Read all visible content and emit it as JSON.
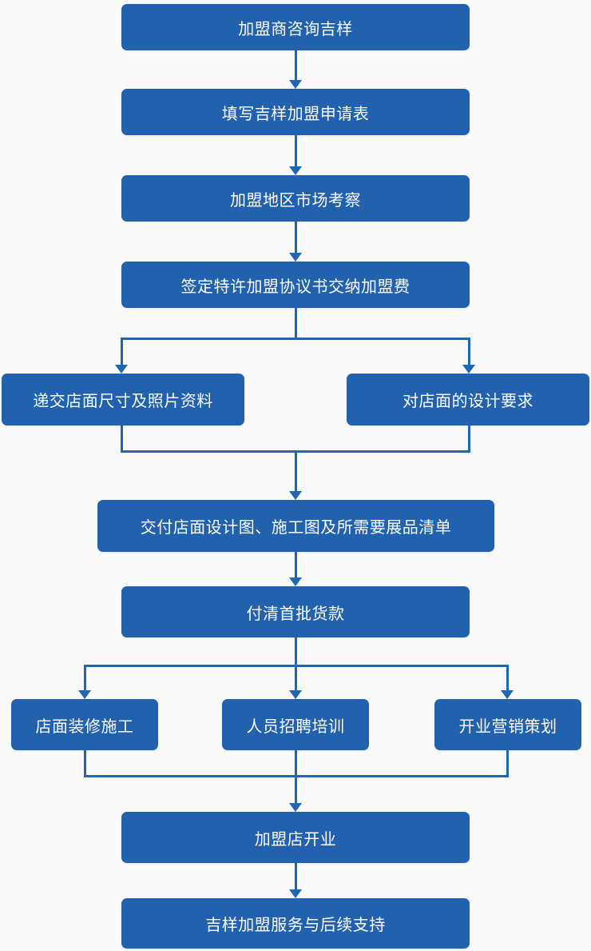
{
  "diagram": {
    "type": "flowchart",
    "direction": "top-down",
    "colors": {
      "node_fill": "#2261ad",
      "connector": "#1d67b4",
      "node_text": "#ffffff",
      "background": "#fafafa"
    },
    "nodes": [
      {
        "label": "加盟商咨询吉样"
      },
      {
        "label": "填写吉样加盟申请表"
      },
      {
        "label": "加盟地区市场考察"
      },
      {
        "label": "签定特许加盟协议书交纳加盟费"
      },
      {
        "label": "递交店面尺寸及照片资料"
      },
      {
        "label": "对店面的设计要求"
      },
      {
        "label": "交付店面设计图、施工图及所需要展品清单"
      },
      {
        "label": "付清首批货款"
      },
      {
        "label": "店面装修施工"
      },
      {
        "label": "人员招聘培训"
      },
      {
        "label": "开业营销策划"
      },
      {
        "label": "加盟店开业"
      },
      {
        "label": "吉样加盟服务与后续支持"
      }
    ],
    "edges": [
      [
        0,
        1
      ],
      [
        1,
        2
      ],
      [
        2,
        3
      ],
      [
        3,
        4
      ],
      [
        3,
        5
      ],
      [
        4,
        6
      ],
      [
        5,
        6
      ],
      [
        6,
        7
      ],
      [
        7,
        8
      ],
      [
        7,
        9
      ],
      [
        7,
        10
      ],
      [
        8,
        11
      ],
      [
        9,
        11
      ],
      [
        10,
        11
      ],
      [
        11,
        12
      ]
    ]
  }
}
